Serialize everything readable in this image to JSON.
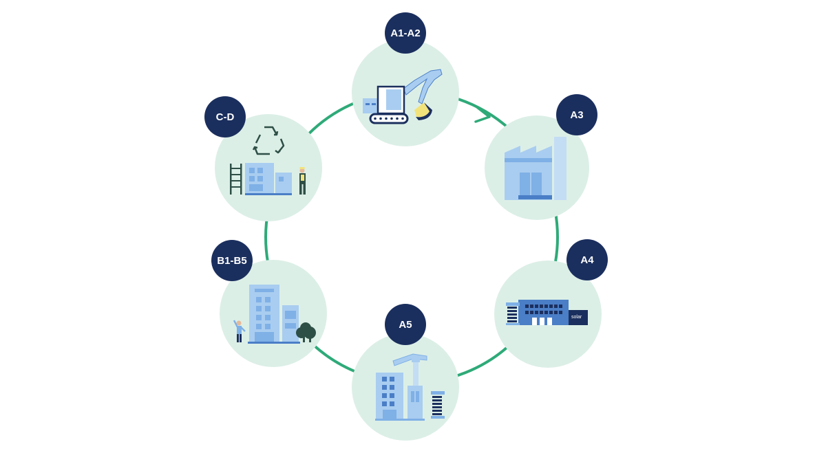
{
  "colors": {
    "ring": "#2eaa78",
    "stage_fill": "#dcefe7",
    "badge": "#1b2f5e",
    "badge_text": "#ffffff",
    "light_blue": "#a9cdf0",
    "mid_blue": "#7fb0e6",
    "dark_blue": "#4a7ec6",
    "navy": "#1b2f5e",
    "yellow": "#f2e27a",
    "tree": "#2e4f46"
  },
  "stages": [
    {
      "id": "a1-a2",
      "label": "A1-A2",
      "icon": "excavator-icon"
    },
    {
      "id": "a3",
      "label": "A3",
      "icon": "factory-icon"
    },
    {
      "id": "a4",
      "label": "A4",
      "icon": "transport-warehouse-icon"
    },
    {
      "id": "a5",
      "label": "A5",
      "icon": "construction-site-icon"
    },
    {
      "id": "b1-b5",
      "label": "B1-B5",
      "icon": "building-in-use-icon"
    },
    {
      "id": "c-d",
      "label": "C-D",
      "icon": "recycling-demolition-icon"
    }
  ],
  "icon_text": {
    "warehouse_sign": "solar"
  }
}
